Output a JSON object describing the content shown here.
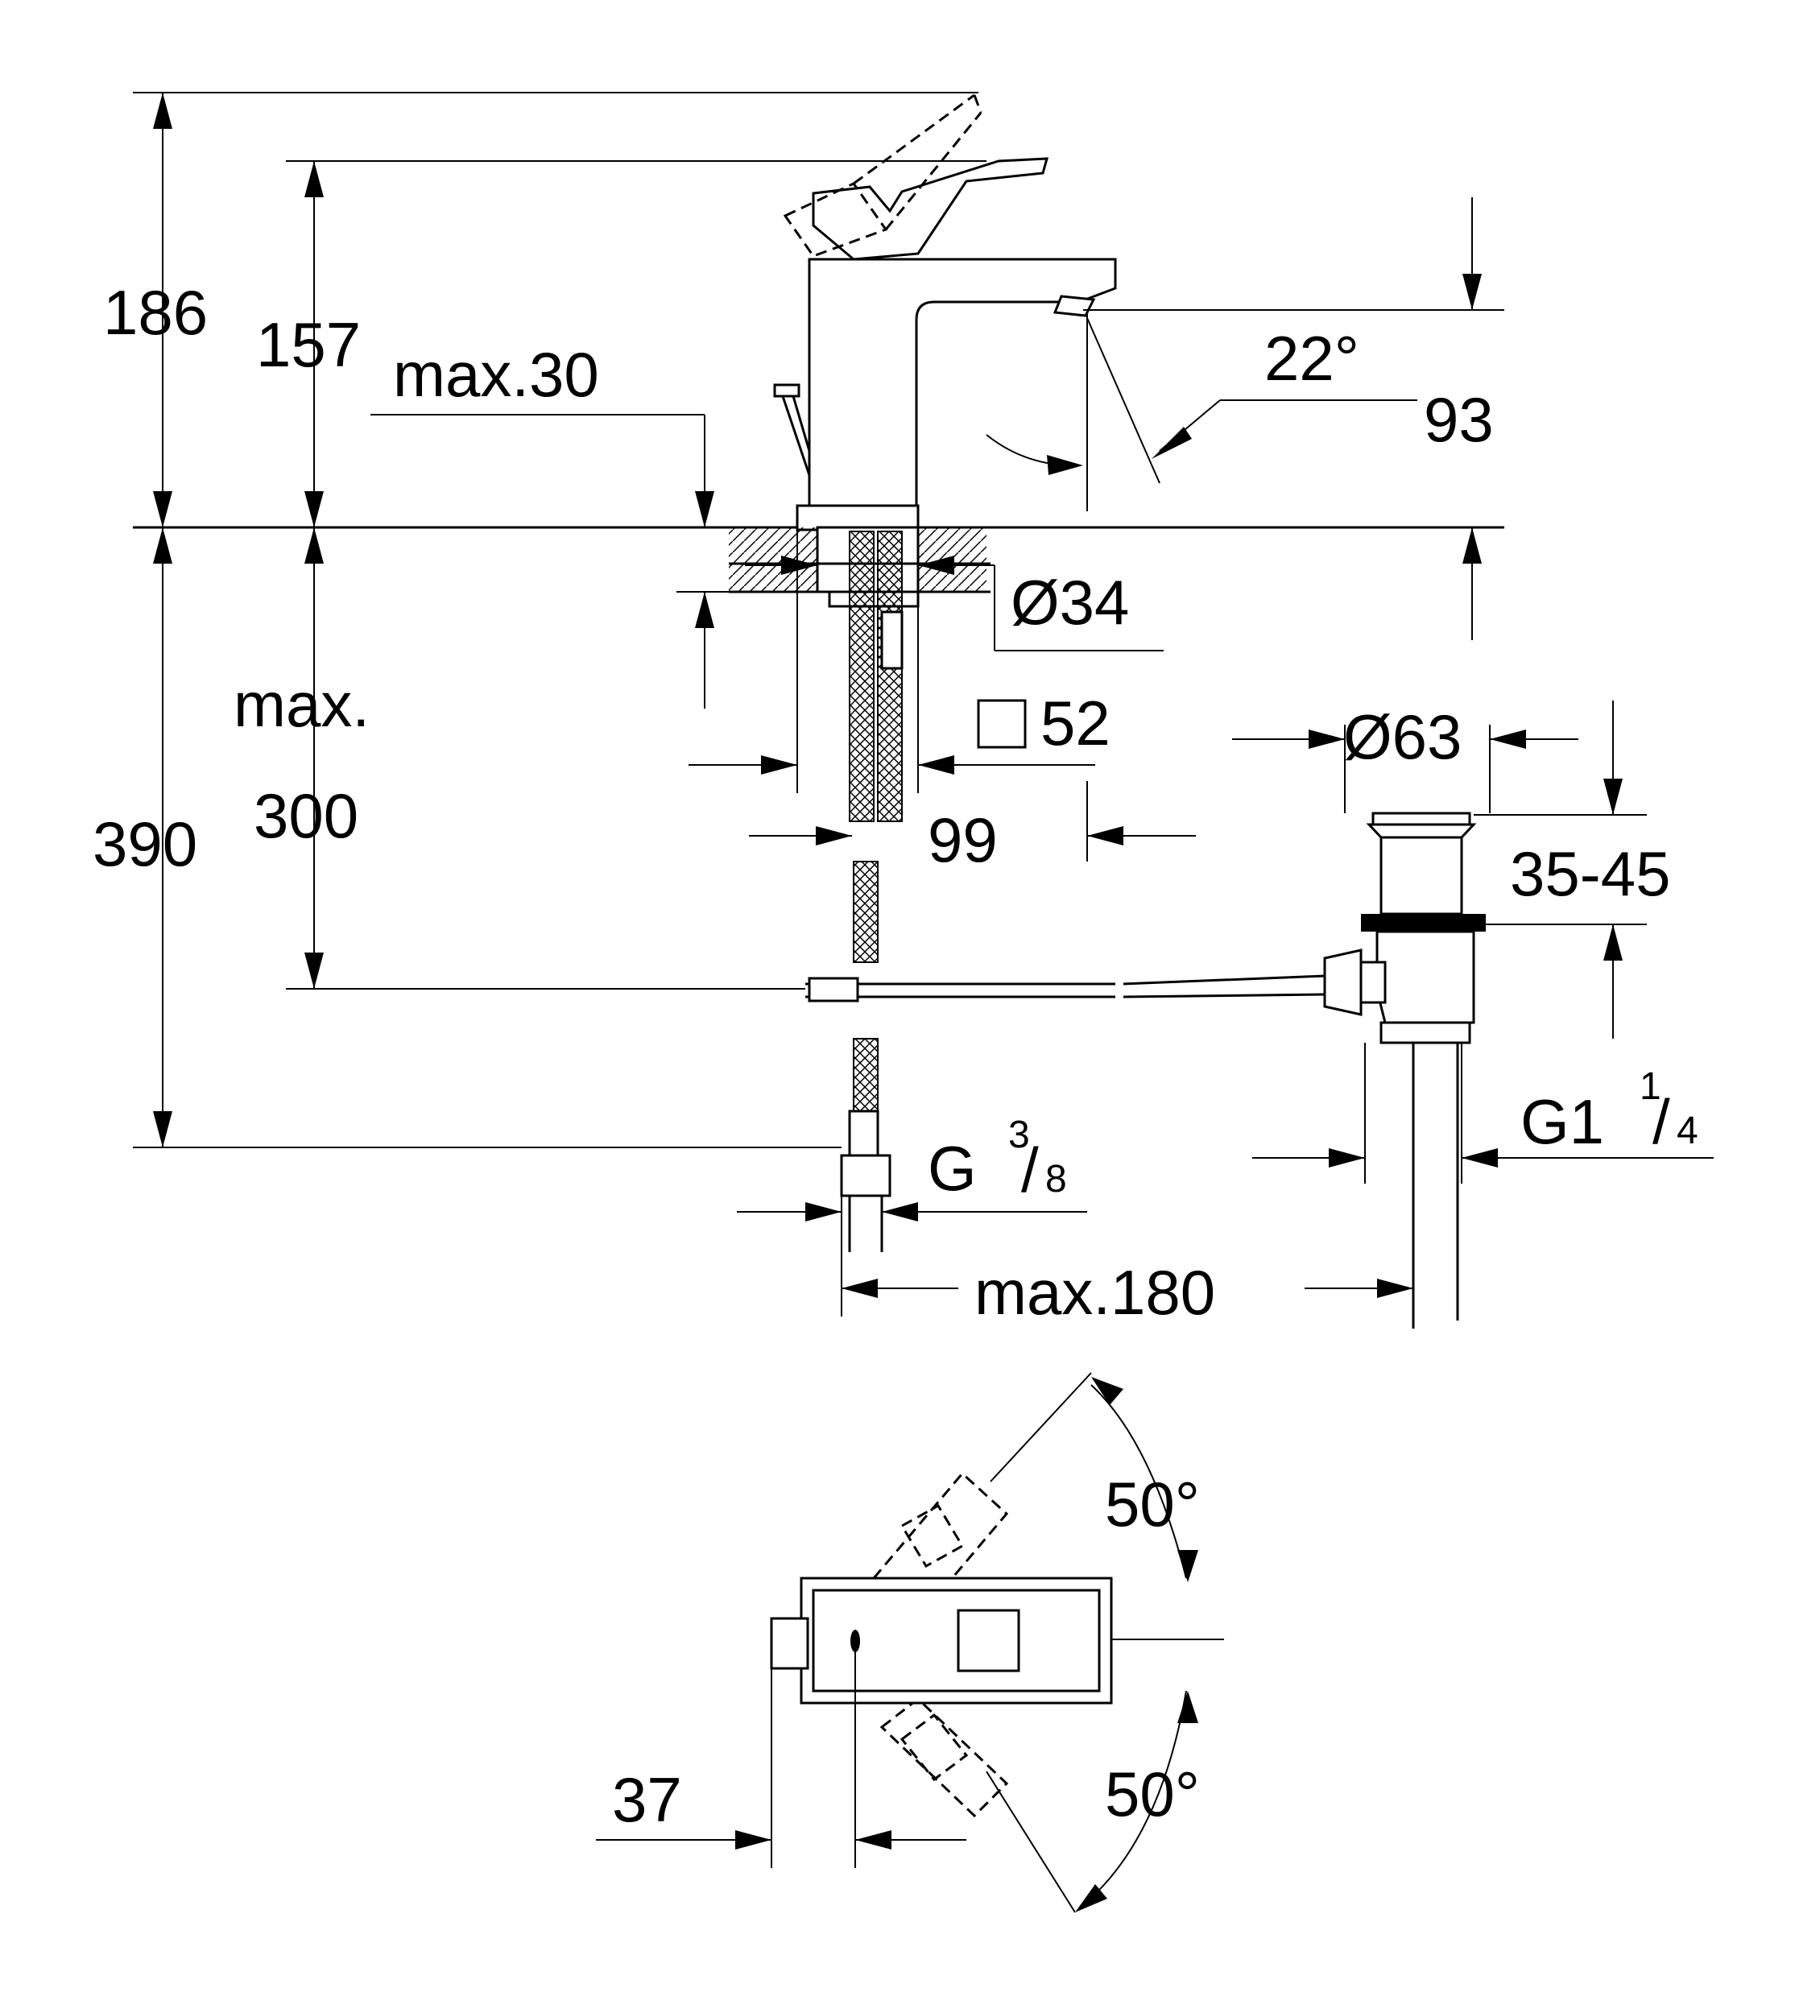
{
  "dimensions": {
    "total_height": "186",
    "lever_height": "157",
    "max_thickness_label": "max.30",
    "spout_angle": "22°",
    "spout_reach": "93",
    "hole_diameter": "Ø34",
    "max_label": "max.",
    "hose_length": "300",
    "connection_height": "390",
    "base_square": "52",
    "base_reach": "99",
    "waste_diameter": "Ø63",
    "waste_range": "35-45",
    "waste_thread_main": "G1",
    "waste_thread_num": "1",
    "waste_thread_den": "4",
    "supply_thread_main": "G",
    "supply_thread_num": "3",
    "supply_thread_den": "8",
    "rod_max": "max.180",
    "lever_angle_top": "50°",
    "lever_angle_bottom": "50°",
    "offset": "37"
  }
}
